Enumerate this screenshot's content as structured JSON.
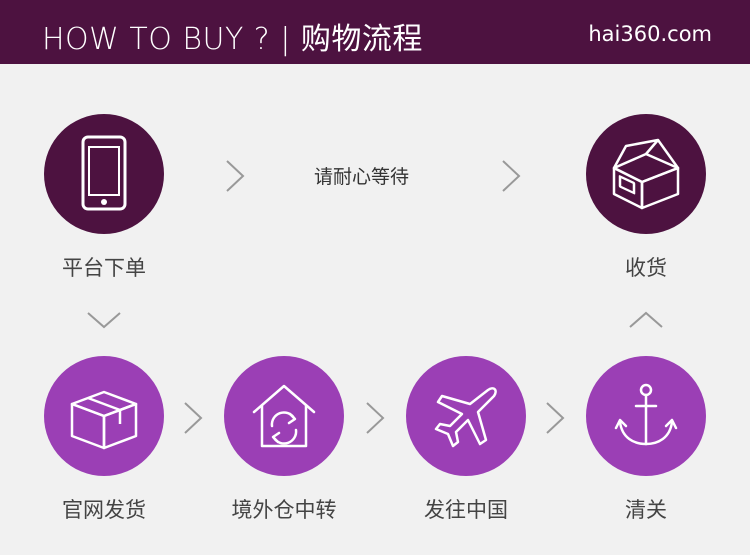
{
  "header": {
    "title": "HOW TO BUY ? | 购物流程",
    "domain": "hai360.com"
  },
  "wait_text": "请耐心等待",
  "steps": [
    {
      "label": "平台下单",
      "icon": "phone-icon"
    },
    {
      "label": "收货",
      "icon": "package-box-icon"
    },
    {
      "label": "官网发货",
      "icon": "box-icon"
    },
    {
      "label": "境外仓中转",
      "icon": "warehouse-icon"
    },
    {
      "label": "发往中国",
      "icon": "airplane-icon"
    },
    {
      "label": "清关",
      "icon": "anchor-icon"
    }
  ],
  "colors": {
    "header": "#4d1240",
    "dark_circle": "#4d1240",
    "light_circle": "#9b3fb5",
    "background": "#f1f1f1"
  }
}
